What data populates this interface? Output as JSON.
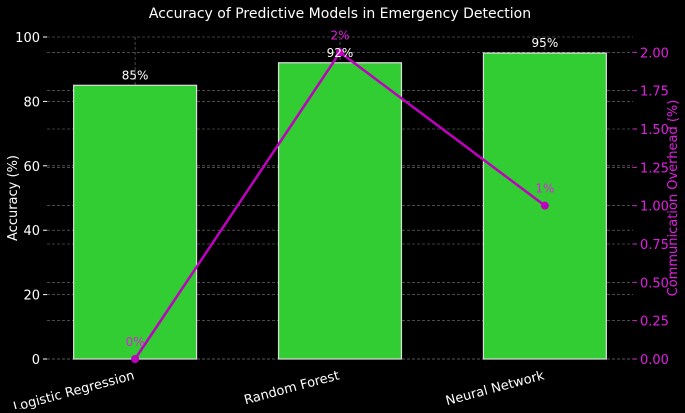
{
  "chart_data": {
    "type": "bar+line",
    "title": "Accuracy of Predictive Models in Emergency Detection",
    "categories": [
      "Logistic Regression",
      "Random Forest",
      "Neural Network"
    ],
    "bar_series": {
      "values": [
        85,
        92,
        95
      ],
      "labels": [
        "85%",
        "92%",
        "95%"
      ],
      "color": "#32cd32",
      "axis": "left"
    },
    "line_series": {
      "values": [
        0,
        2,
        1
      ],
      "labels": [
        "0%",
        "2%",
        "1%"
      ],
      "color": "#c000c0",
      "axis": "right"
    },
    "ylabel": "Accuracy (%)",
    "y2label": "Communication Overhead (%)",
    "ylim": [
      0,
      100
    ],
    "y2lim": [
      0,
      2.1
    ],
    "yticks": [
      "0",
      "20",
      "40",
      "60",
      "80",
      "100"
    ],
    "y2ticks": [
      "0.00",
      "0.25",
      "0.50",
      "0.75",
      "1.00",
      "1.25",
      "1.50",
      "1.75",
      "2.00"
    ],
    "grid": true,
    "background": "#000000"
  }
}
